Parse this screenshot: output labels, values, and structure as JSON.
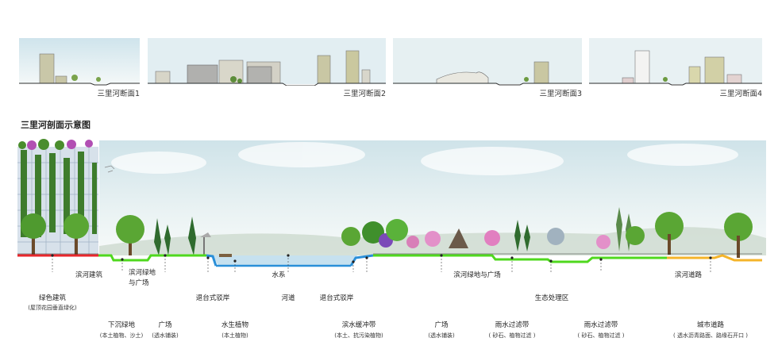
{
  "thumbnails": [
    {
      "label": "三里河断面1"
    },
    {
      "label": "三里河断面2"
    },
    {
      "label": "三里河断面3"
    },
    {
      "label": "三里河断面4"
    }
  ],
  "main": {
    "title": "三里河剖面示意图",
    "labels": {
      "green_building": "绿色建筑",
      "green_building_note": "(屋顶花园垂直绿化)",
      "riverside_building": "滨河建筑",
      "riverside_green_l1": "滨河绿地",
      "riverside_green_l2": "与广场",
      "sunken_green": "下沉绿地",
      "sunken_green_note": "(本土植物、沙土)",
      "plaza_left": "广场",
      "plaza_left_note": "(透水铺装)",
      "terrace_left": "退台式驳岸",
      "aquatic_plants": "水生植物",
      "aquatic_plants_note": "(本土植物)",
      "water_system": "水系",
      "river_channel": "河道",
      "terrace_right": "退台式驳岸",
      "buffer_strip": "滨水缓冲带",
      "buffer_strip_note": "(本土、抗污染植物)",
      "plaza_right": "广场",
      "plaza_right_note": "(透水铺装)",
      "riverside_green_plaza": "滨河绿地与广场",
      "rain_filter_1": "雨水过滤带",
      "rain_filter_1_note": "( 砂石、植物过滤 )",
      "eco_treatment": "生态处理区",
      "rain_filter_2": "雨水过滤带",
      "rain_filter_2_note": "( 砂石、植物过滤 )",
      "riverside_road": "滨河道路",
      "city_road": "城市道路",
      "city_road_note": "( 透水沥青路面、路缘石开口 )"
    },
    "colors": {
      "building_zone": "#e8262b",
      "green_zone": "#4fd81e",
      "water_edge": "#2a8fd8",
      "road_zone": "#f4b42a",
      "ground": "#222222"
    }
  }
}
